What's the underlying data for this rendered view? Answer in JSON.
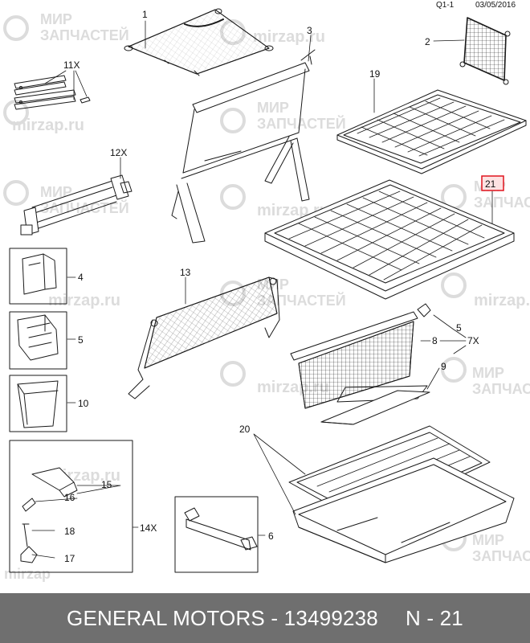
{
  "header": {
    "code": "Q1-1",
    "date": "03/05/2016"
  },
  "callouts": {
    "c1": "1",
    "c2": "2",
    "c3": "3",
    "c4": "4",
    "c5a": "5",
    "c5b": "5",
    "c6": "6",
    "c7x": "7X",
    "c8": "8",
    "c9": "9",
    "c10": "10",
    "c11x": "11X",
    "c12x": "12X",
    "c13": "13",
    "c14x": "14X",
    "c15": "15",
    "c16": "16",
    "c17": "17",
    "c18": "18",
    "c19": "19",
    "c20": "20",
    "c21": "21"
  },
  "watermark": {
    "line1": "МИР",
    "line2": "ЗАПЧАСТЕЙ",
    "url": "mirzap.ru",
    "brand": "mirzap"
  },
  "footer": {
    "brand_part": "GENERAL MOTORS - 13499238",
    "page_part": "N - 21"
  },
  "colors": {
    "line": "#1a1a1a",
    "highlight": "#e0141e",
    "footer_bg": "#6f6f6f",
    "watermark": "#dcdcdc"
  }
}
